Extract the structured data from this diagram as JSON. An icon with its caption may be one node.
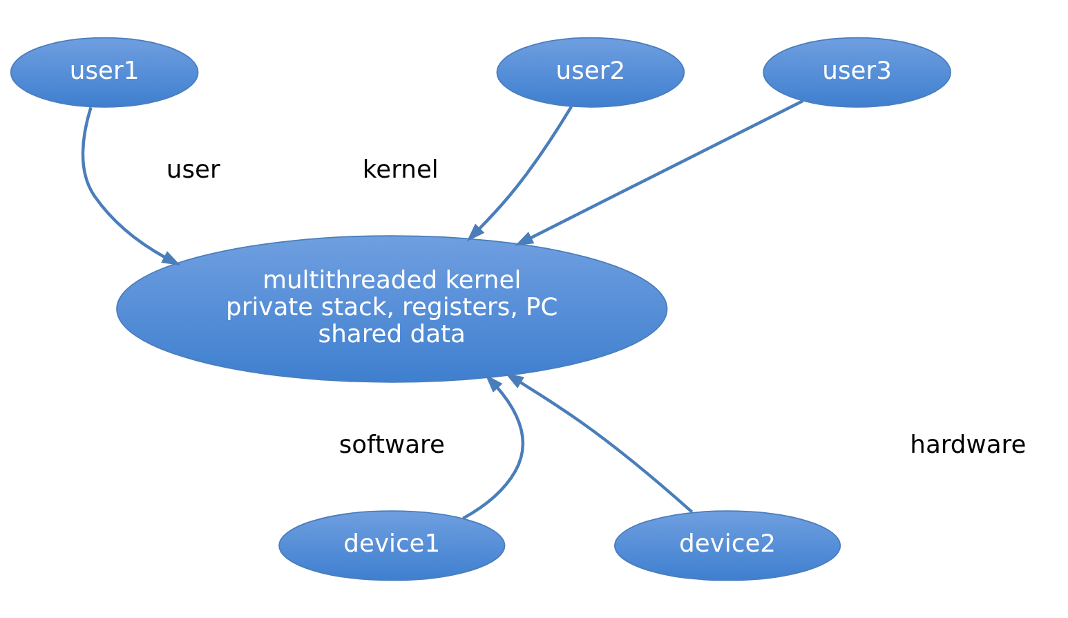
{
  "diagram": {
    "nodes": [
      {
        "text": [
          "user1"
        ]
      },
      {
        "text": [
          "user2"
        ]
      },
      {
        "text": [
          "user3"
        ]
      },
      {
        "text": [
          "multithreaded kernel",
          "private stack, registers, PC",
          "shared data"
        ]
      },
      {
        "text": [
          "device1"
        ]
      },
      {
        "text": [
          "device2"
        ]
      }
    ],
    "edges": [
      {
        "from": 0,
        "to": 3,
        "arrow": "to"
      },
      {
        "from": 1,
        "to": 3,
        "arrow": "to"
      },
      {
        "from": 2,
        "to": 3,
        "arrow": "to"
      },
      {
        "from": 4,
        "to": 3,
        "arrow": "to"
      },
      {
        "from": 5,
        "to": 3,
        "arrow": "to"
      }
    ],
    "labels": [
      "user",
      "kernel",
      "software",
      "hardware"
    ]
  }
}
